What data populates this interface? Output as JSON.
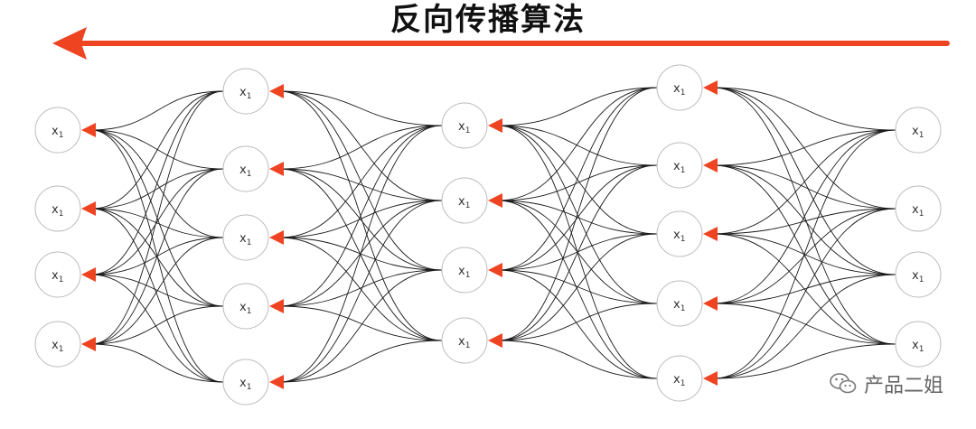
{
  "title": "反向传播算法",
  "node_label": "x",
  "node_subscript": "1",
  "layers": [
    4,
    5,
    4,
    5,
    4
  ],
  "colors": {
    "arrow": "#ee4422",
    "edge": "#1a1a1a",
    "node_stroke": "#bbbbbb",
    "text": "#333333"
  },
  "watermark": {
    "icon": "wechat-icon",
    "text": "产品二姐"
  }
}
